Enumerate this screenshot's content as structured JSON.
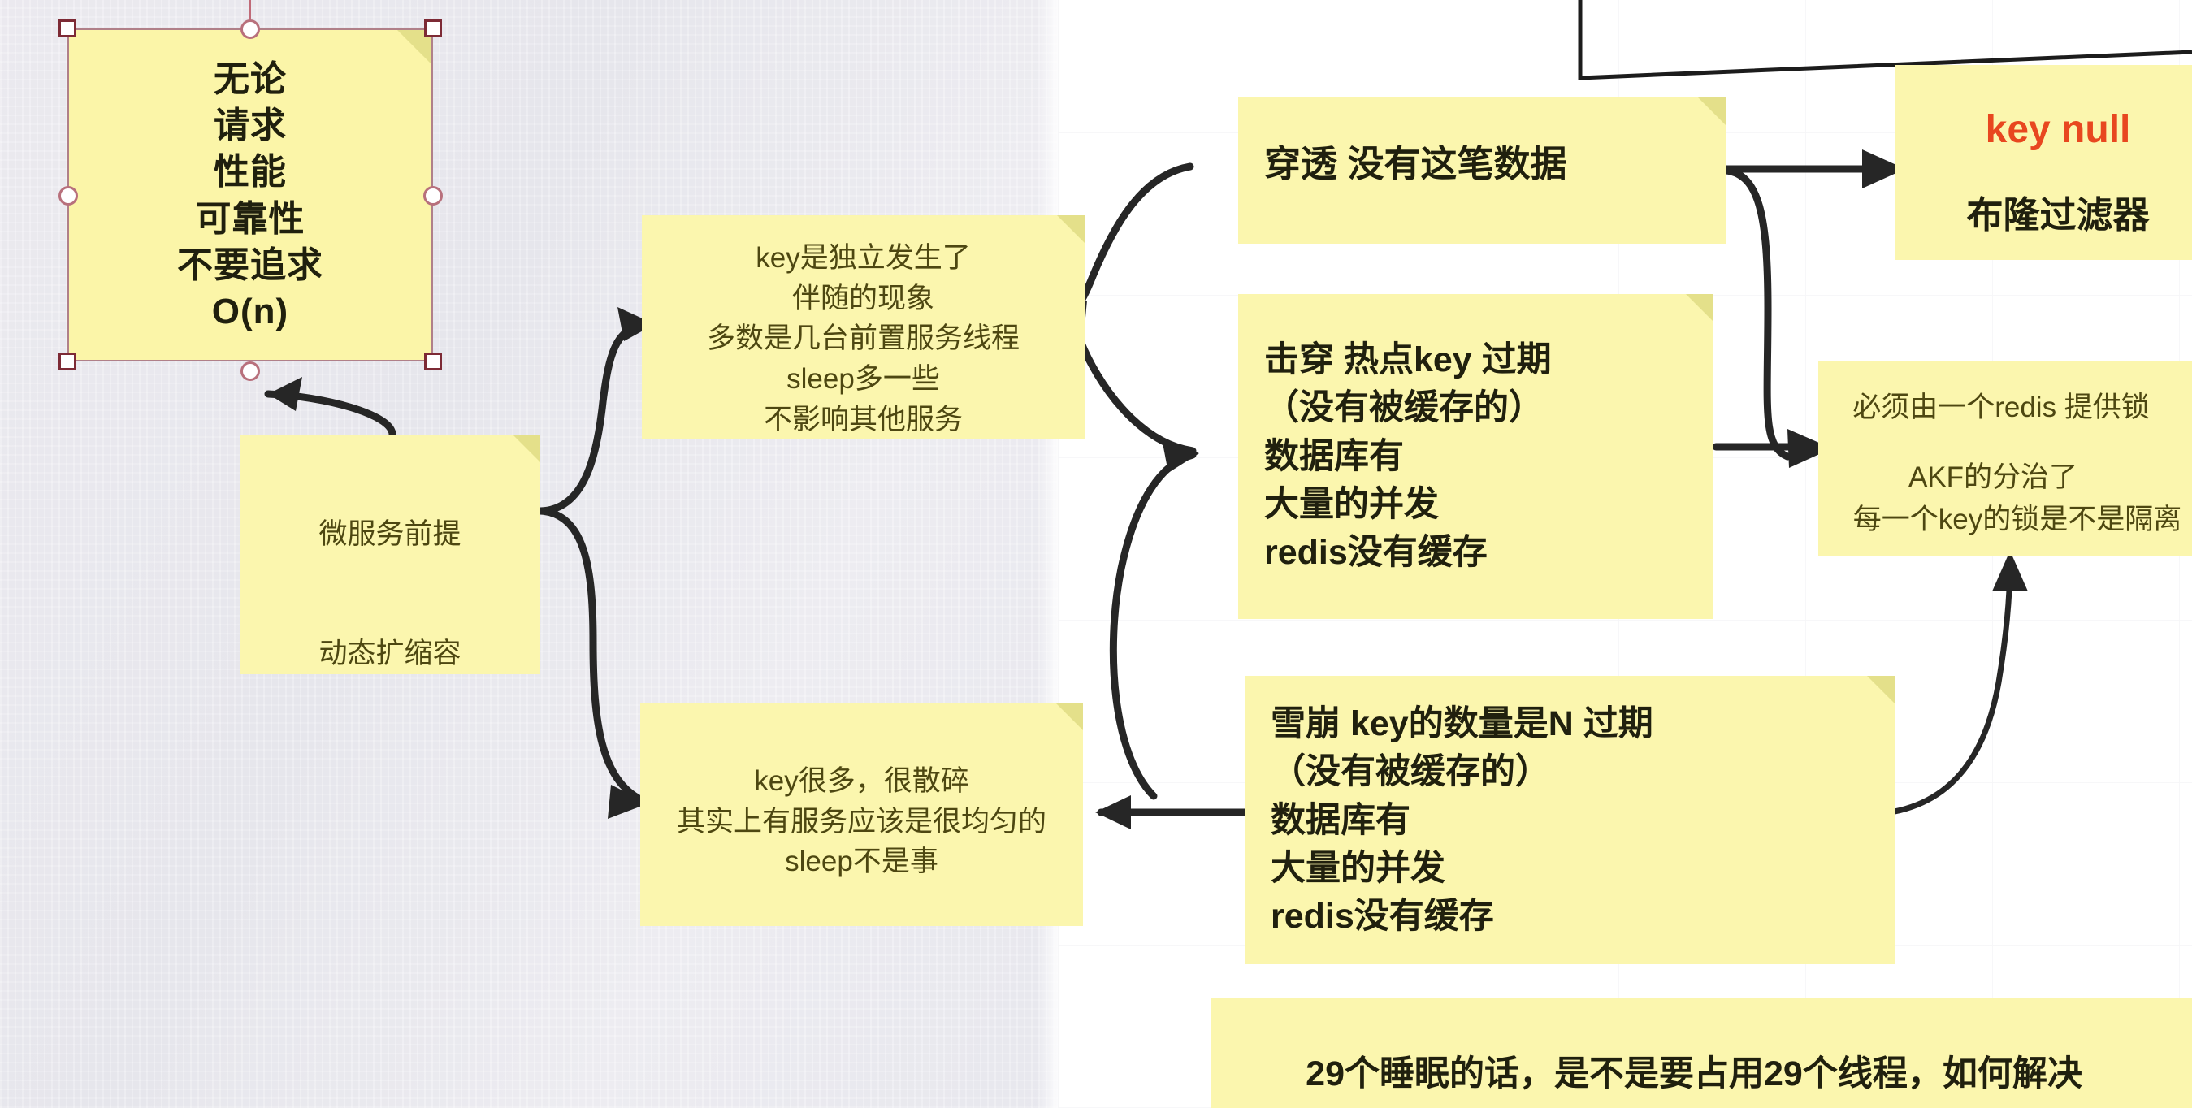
{
  "board": {
    "background_left_color": "#e9e9ee",
    "background_right_color": "#ffffff",
    "note_color": "#fbf6ae",
    "note_fold_color": "#e4e08a",
    "accent_red": "#e8471f",
    "selection_border_color": "#b08089",
    "selection_handle_color": "#7d2a35"
  },
  "notes": {
    "principles": {
      "name": "无论请求性能可靠性",
      "text": "无论\n请求\n性能\n可靠性\n不要追求\nO(n)",
      "selected": true
    },
    "microservice": {
      "text": "微服务前提\n\n动态扩缩容"
    },
    "key_independent": {
      "text": "key是独立发生了\n伴随的现象\n多数是几台前置服务线程\nsleep多一些\n不影响其他服务"
    },
    "key_scattered": {
      "text": "key很多，很散碎\n其实上有服务应该是很均匀的\nsleep不是事"
    },
    "penetration": {
      "text": "穿透  没有这笔数据"
    },
    "breakdown": {
      "text": "击穿  热点key 过期\n（没有被缓存的）\n数据库有\n大量的并发\nredis没有缓存"
    },
    "avalanche": {
      "text": "雪崩  key的数量是N 过期\n（没有被缓存的）\n数据库有\n大量的并发\nredis没有缓存"
    },
    "bloom": {
      "title": "key null",
      "subtitle": "布隆过滤器"
    },
    "redis_lock": {
      "line1": "必须由一个redis 提供锁",
      "line2": "AKF的分治了",
      "line3": "每一个key的锁是不是隔离"
    },
    "sleep_question": {
      "text": "29个睡眠的话，是不是要占用29个线程，如何解决"
    }
  }
}
